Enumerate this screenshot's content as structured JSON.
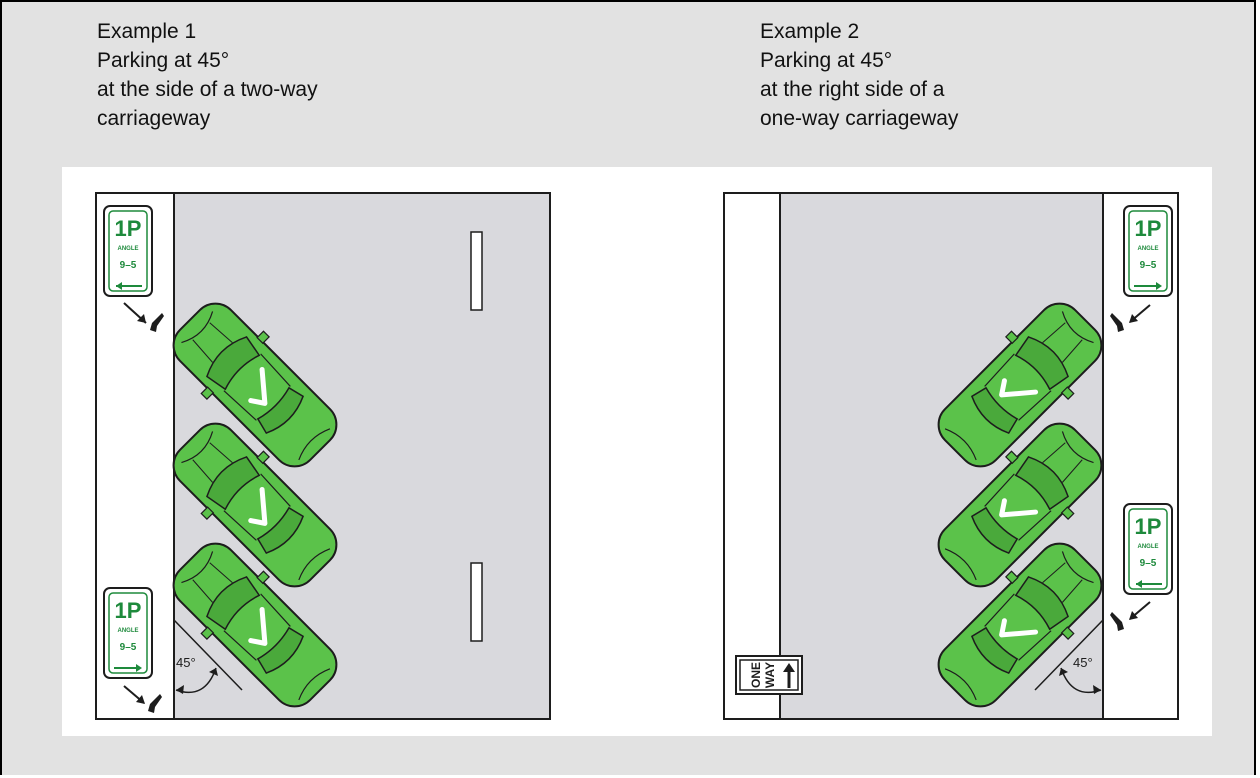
{
  "example1": {
    "lines": [
      "Example 1",
      "Parking at 45°",
      "at the side of a two-way",
      "carriageway"
    ],
    "angle_label": "45°"
  },
  "example2": {
    "lines": [
      "Example 2",
      "Parking at 45°",
      "at the right side of a",
      "one-way carriageway"
    ],
    "angle_label": "45°"
  },
  "sign": {
    "limit": "1P",
    "type": "ANGLE",
    "hours": "9–5"
  },
  "one_way_sign": {
    "line1": "ONE",
    "line2": "WAY"
  },
  "colors": {
    "car": "#5bc24a",
    "car_dark": "#2f7a28",
    "road": "#d9d9dd",
    "sign_green": "#1e8a3c",
    "background": "#e2e2e2"
  }
}
